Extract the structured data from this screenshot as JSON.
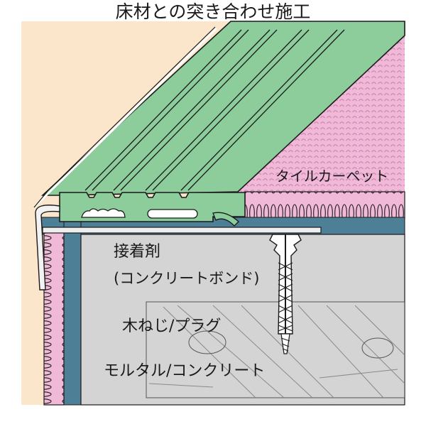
{
  "title": "床材との突き合わせ施工",
  "labels": {
    "tile_carpet": "タイルカーペット",
    "adhesive": "接着剤",
    "adhesive_note": "(コンクリートボンド)",
    "screw_plug": "木ねじ/プラグ",
    "mortar_concrete": "モルタル/コンクリート"
  },
  "colors": {
    "background": "#fbe6cc",
    "profile_green": "#8dcc9b",
    "carpet_pink": "#f1b9d8",
    "carpet_dots": "#d189b4",
    "base_blue": "#4d7f97",
    "concrete_gray": "#d4d4d4",
    "outline": "#1a1a1a"
  }
}
